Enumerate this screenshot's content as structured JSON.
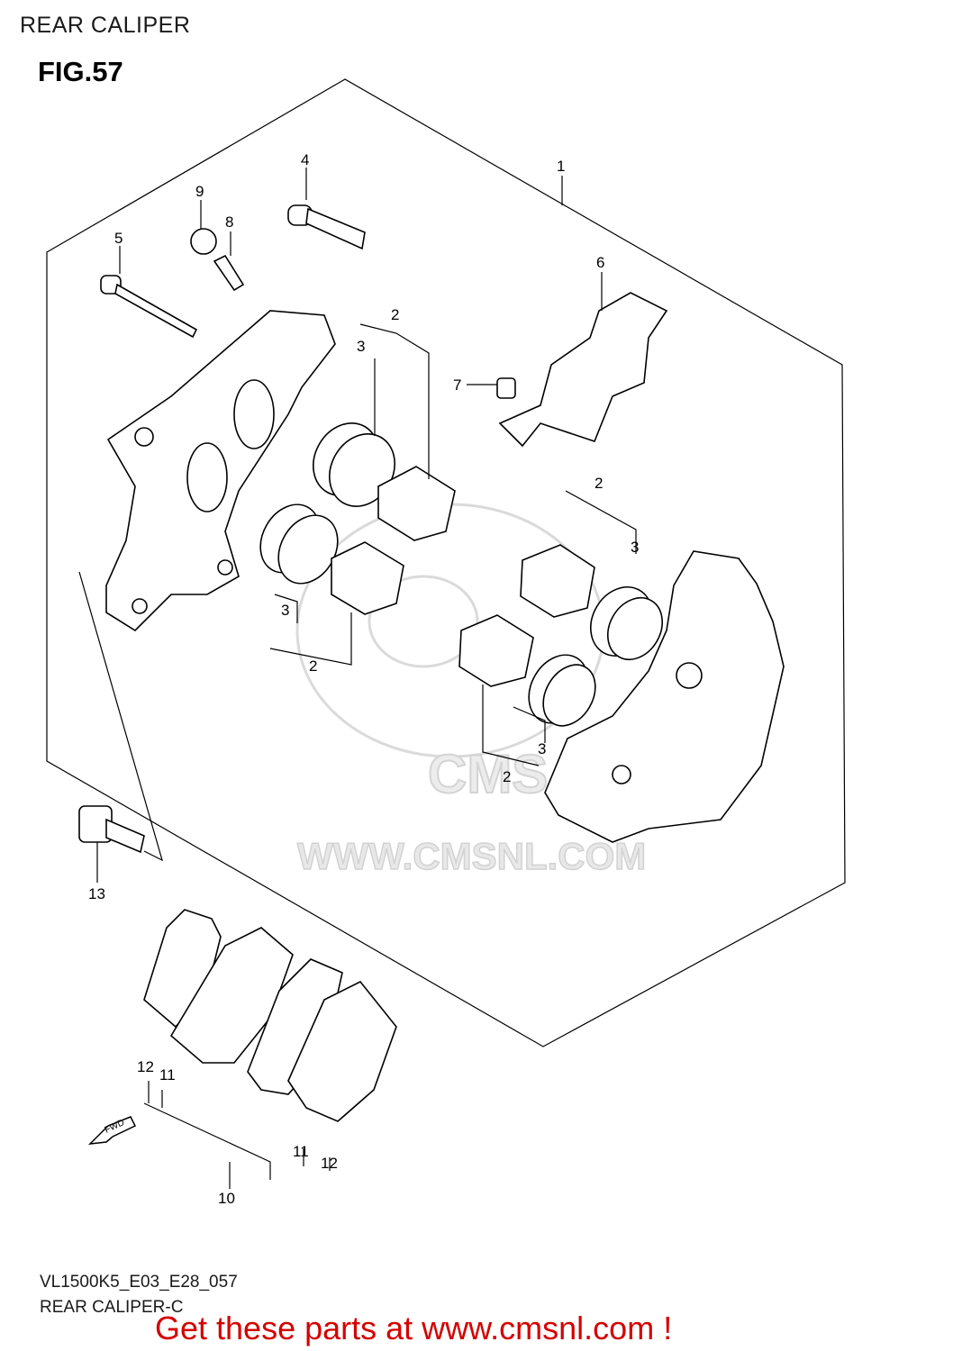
{
  "header": {
    "title": "REAR CALIPER"
  },
  "figure": {
    "number": "FIG.57"
  },
  "watermark": {
    "logo": "CMS",
    "url": "WWW.CMSNL.COM"
  },
  "callouts": [
    {
      "id": "c1",
      "label": "1"
    },
    {
      "id": "c2a",
      "label": "2"
    },
    {
      "id": "c2b",
      "label": "2"
    },
    {
      "id": "c2c",
      "label": "2"
    },
    {
      "id": "c2d",
      "label": "2"
    },
    {
      "id": "c3a",
      "label": "3"
    },
    {
      "id": "c3b",
      "label": "3"
    },
    {
      "id": "c3c",
      "label": "3"
    },
    {
      "id": "c3d",
      "label": "3"
    },
    {
      "id": "c4",
      "label": "4"
    },
    {
      "id": "c5",
      "label": "5"
    },
    {
      "id": "c6",
      "label": "6"
    },
    {
      "id": "c7",
      "label": "7"
    },
    {
      "id": "c8",
      "label": "8"
    },
    {
      "id": "c9",
      "label": "9"
    },
    {
      "id": "c10",
      "label": "10"
    },
    {
      "id": "c11a",
      "label": "11"
    },
    {
      "id": "c11b",
      "label": "11"
    },
    {
      "id": "c12a",
      "label": "12"
    },
    {
      "id": "c12b",
      "label": "12"
    },
    {
      "id": "c13",
      "label": "13"
    }
  ],
  "fwd_arrow": {
    "label": "FWD"
  },
  "footer": {
    "model": "VL1500K5_E03_E28_057",
    "name": "REAR CALIPER-C",
    "cta": "Get these parts at www.cmsnl.com !"
  },
  "colors": {
    "cta": "#d40000",
    "watermark": "#d2d2d2"
  }
}
